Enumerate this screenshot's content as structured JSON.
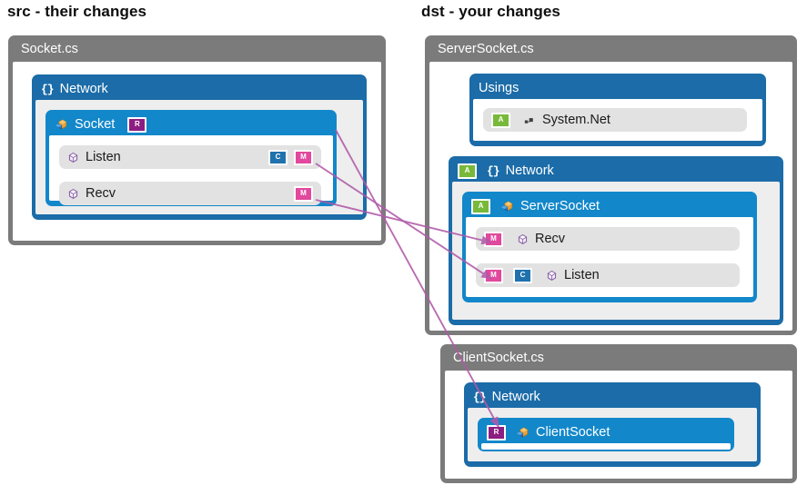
{
  "headings": {
    "src": "src - their changes",
    "dst": "dst - your changes"
  },
  "colors": {
    "file_box": "#7b7b7b",
    "namespace": "#1b6ca8",
    "class": "#1287ca",
    "member_row": "#e2e2e2",
    "badge_removed": "#8c1d82",
    "badge_moved": "#e2489d",
    "badge_changed": "#1f72ad",
    "badge_added": "#78b93a",
    "connector": "#b05aa8"
  },
  "src": {
    "file": {
      "name": "Socket.cs",
      "namespace": {
        "name": "Network",
        "icon": "namespace-icon",
        "class": {
          "name": "Socket",
          "icon": "class-icon",
          "badges": [
            "R"
          ],
          "members": [
            {
              "name": "Listen",
              "icon": "method-icon",
              "badges": [
                "C",
                "M"
              ]
            },
            {
              "name": "Recv",
              "icon": "method-icon",
              "badges": [
                "M"
              ]
            }
          ]
        }
      }
    }
  },
  "dst": {
    "files": [
      {
        "name": "ServerSocket.cs",
        "usings": {
          "name": "Usings",
          "items": [
            {
              "name": "System.Net",
              "icon": "using-icon",
              "badges": [
                "A"
              ]
            }
          ]
        },
        "namespace": {
          "name": "Network",
          "icon": "namespace-icon",
          "badges": [
            "A"
          ],
          "class": {
            "name": "ServerSocket",
            "icon": "class-icon",
            "badges": [
              "A"
            ],
            "members": [
              {
                "name": "Recv",
                "icon": "method-icon",
                "badges": [
                  "M"
                ]
              },
              {
                "name": "Listen",
                "icon": "method-icon",
                "badges": [
                  "M",
                  "C"
                ]
              }
            ]
          }
        }
      },
      {
        "name": "ClientSocket.cs",
        "namespace": {
          "name": "Network",
          "icon": "namespace-icon",
          "class": {
            "name": "ClientSocket",
            "icon": "class-icon",
            "badges": [
              "R"
            ],
            "members": []
          }
        }
      }
    ]
  },
  "badge_labels": {
    "R": "R",
    "M": "M",
    "C": "C",
    "A": "A"
  }
}
